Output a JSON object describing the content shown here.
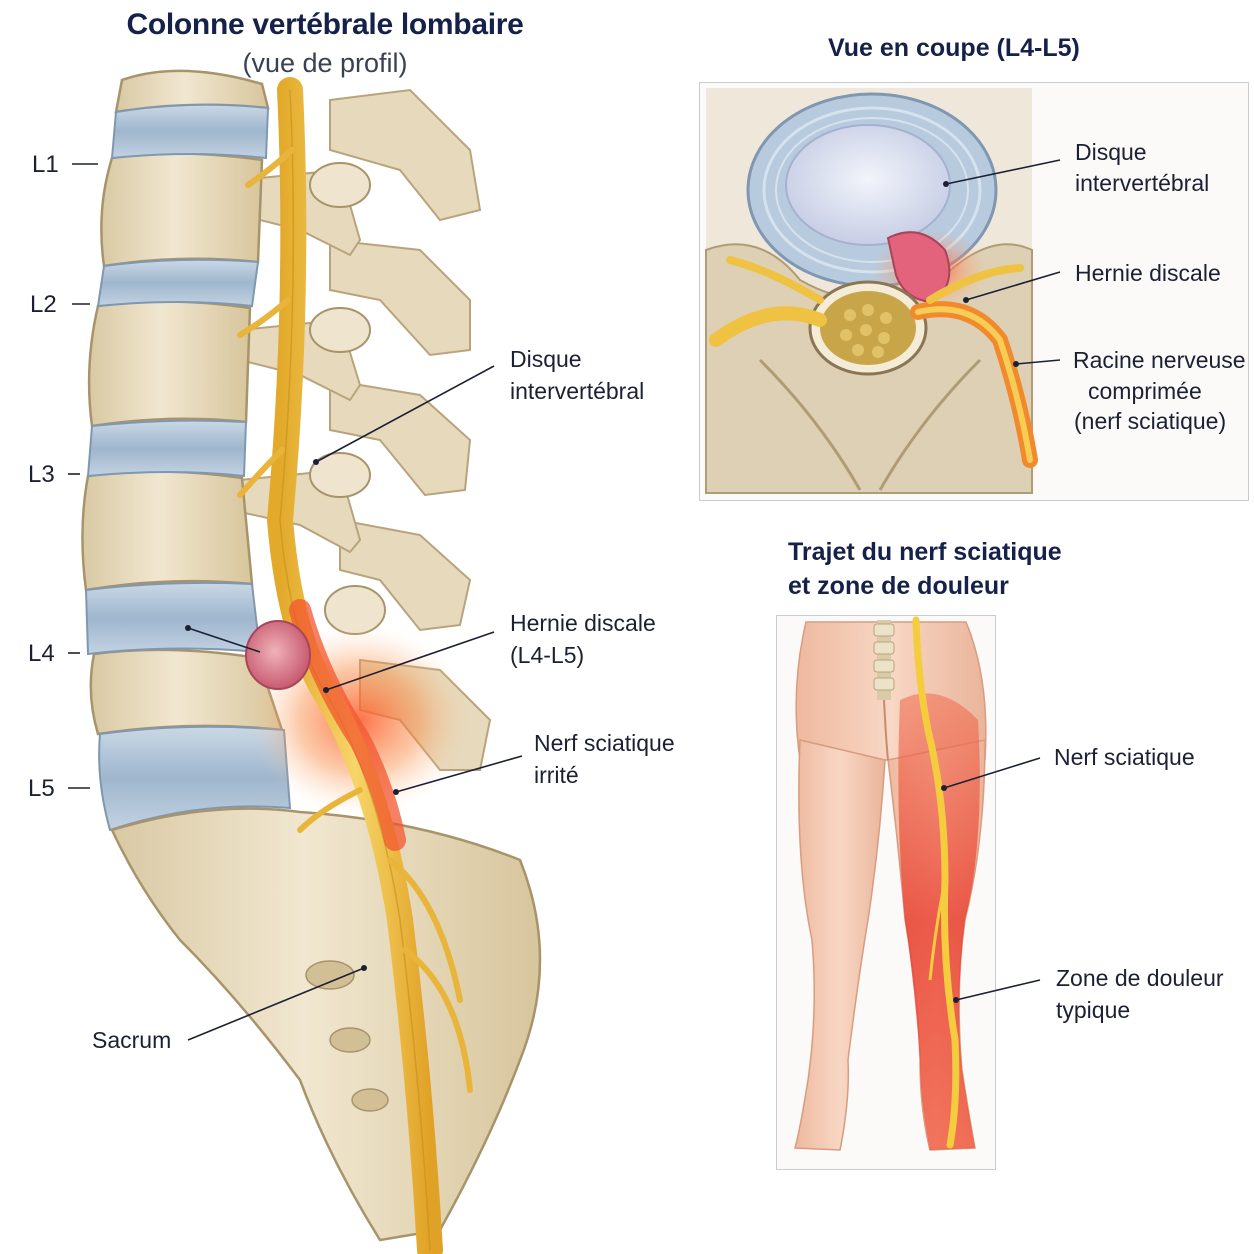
{
  "main": {
    "title": "Colonne vertébrale lombaire",
    "subtitle": "(vue de profil)",
    "vertebrae": [
      "L1",
      "L2",
      "L3",
      "L4",
      "L5"
    ],
    "labels": {
      "disc": [
        "Disque",
        "intervertébral"
      ],
      "hernia": [
        "Hernie discale",
        "(L4-L5)"
      ],
      "nerve": [
        "Nerf sciatique",
        "irrité"
      ],
      "sacrum": "Sacrum"
    }
  },
  "section": {
    "title": "Vue en coupe (L4-L5)",
    "labels": {
      "disc": [
        "Disque",
        "intervertébral"
      ],
      "hernia": "Hernie discale",
      "root": [
        "Racine nerveuse",
        "comprimée",
        "(nerf sciatique)"
      ]
    }
  },
  "path": {
    "title": [
      "Trajet du nerf sciatique",
      "et zone de douleur"
    ],
    "labels": {
      "nerve": "Nerf sciatique",
      "pain": [
        "Zone de douleur",
        "typique"
      ]
    }
  },
  "colors": {
    "bone": "#e9dcc0",
    "disc": "#a9bed3",
    "nerve": "#f0c340",
    "inflammation": "#e8432a",
    "skin": "#f5cdb6"
  }
}
